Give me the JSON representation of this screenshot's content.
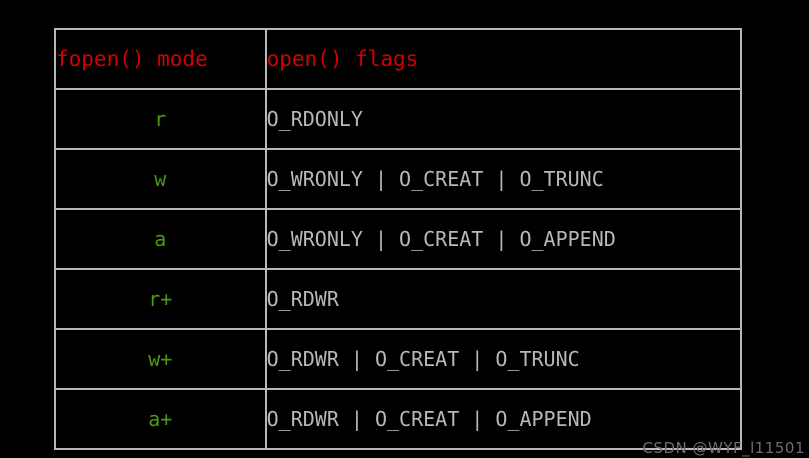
{
  "table": {
    "headers": [
      "fopen() mode",
      "open() flags"
    ],
    "rows": [
      {
        "mode": "r",
        "flags": "O_RDONLY"
      },
      {
        "mode": "w",
        "flags": "O_WRONLY | O_CREAT | O_TRUNC"
      },
      {
        "mode": "a",
        "flags": "O_WRONLY | O_CREAT | O_APPEND"
      },
      {
        "mode": "r+",
        "flags": "O_RDWR"
      },
      {
        "mode": "w+",
        "flags": "O_RDWR | O_CREAT | O_TRUNC"
      },
      {
        "mode": "a+",
        "flags": "O_RDWR | O_CREAT | O_APPEND"
      }
    ]
  },
  "watermark": {
    "text": "CSDN @WYF_l11501"
  },
  "colors": {
    "background": "#000000",
    "border": "#b8b8b8",
    "header_text": "#d40000",
    "mode_text": "#4a9a10",
    "flags_text": "#b8b8b8",
    "watermark_text": "#6e6e6e"
  }
}
